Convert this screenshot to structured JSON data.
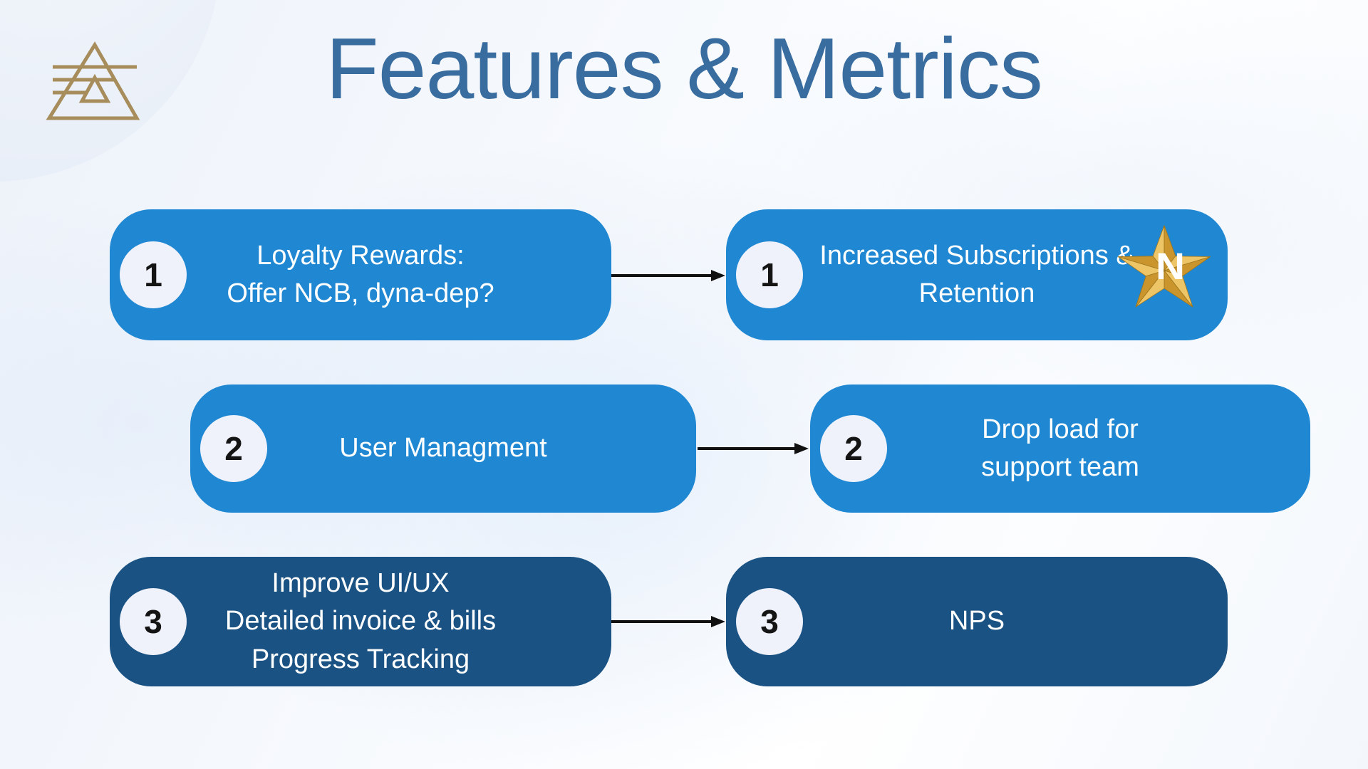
{
  "title": "Features & Metrics",
  "logo": {
    "name": "gold-triangle-mountain-logo"
  },
  "rows": [
    {
      "feature": {
        "number": "1",
        "lines": [
          "Loyalty Rewards:",
          "Offer NCB, dyna-dep?"
        ]
      },
      "metric": {
        "number": "1",
        "lines": [
          "Increased Subscriptions &",
          "Retention"
        ],
        "badge_letter": "N"
      }
    },
    {
      "feature": {
        "number": "2",
        "lines": [
          "User Managment"
        ]
      },
      "metric": {
        "number": "2",
        "lines": [
          "Drop load for",
          "support team"
        ]
      }
    },
    {
      "feature": {
        "number": "3",
        "lines": [
          "Improve UI/UX",
          "Detailed invoice & bills",
          "Progress Tracking"
        ]
      },
      "metric": {
        "number": "3",
        "lines": [
          "NPS"
        ]
      }
    }
  ],
  "colors": {
    "box-blue": "#2088d3",
    "box-navy": "#1a5283",
    "title-blue": "#3a6d9f",
    "number-circle": "#eff2fb",
    "number-text": "#141414",
    "box-text": "#ffffff",
    "arrow": "#111111",
    "logo-gold": "#a78c5c",
    "star-light": "#edc566",
    "star-dark": "#c9952c",
    "star-outline": "#a0761c",
    "bg-circle": "#e9eff8"
  }
}
